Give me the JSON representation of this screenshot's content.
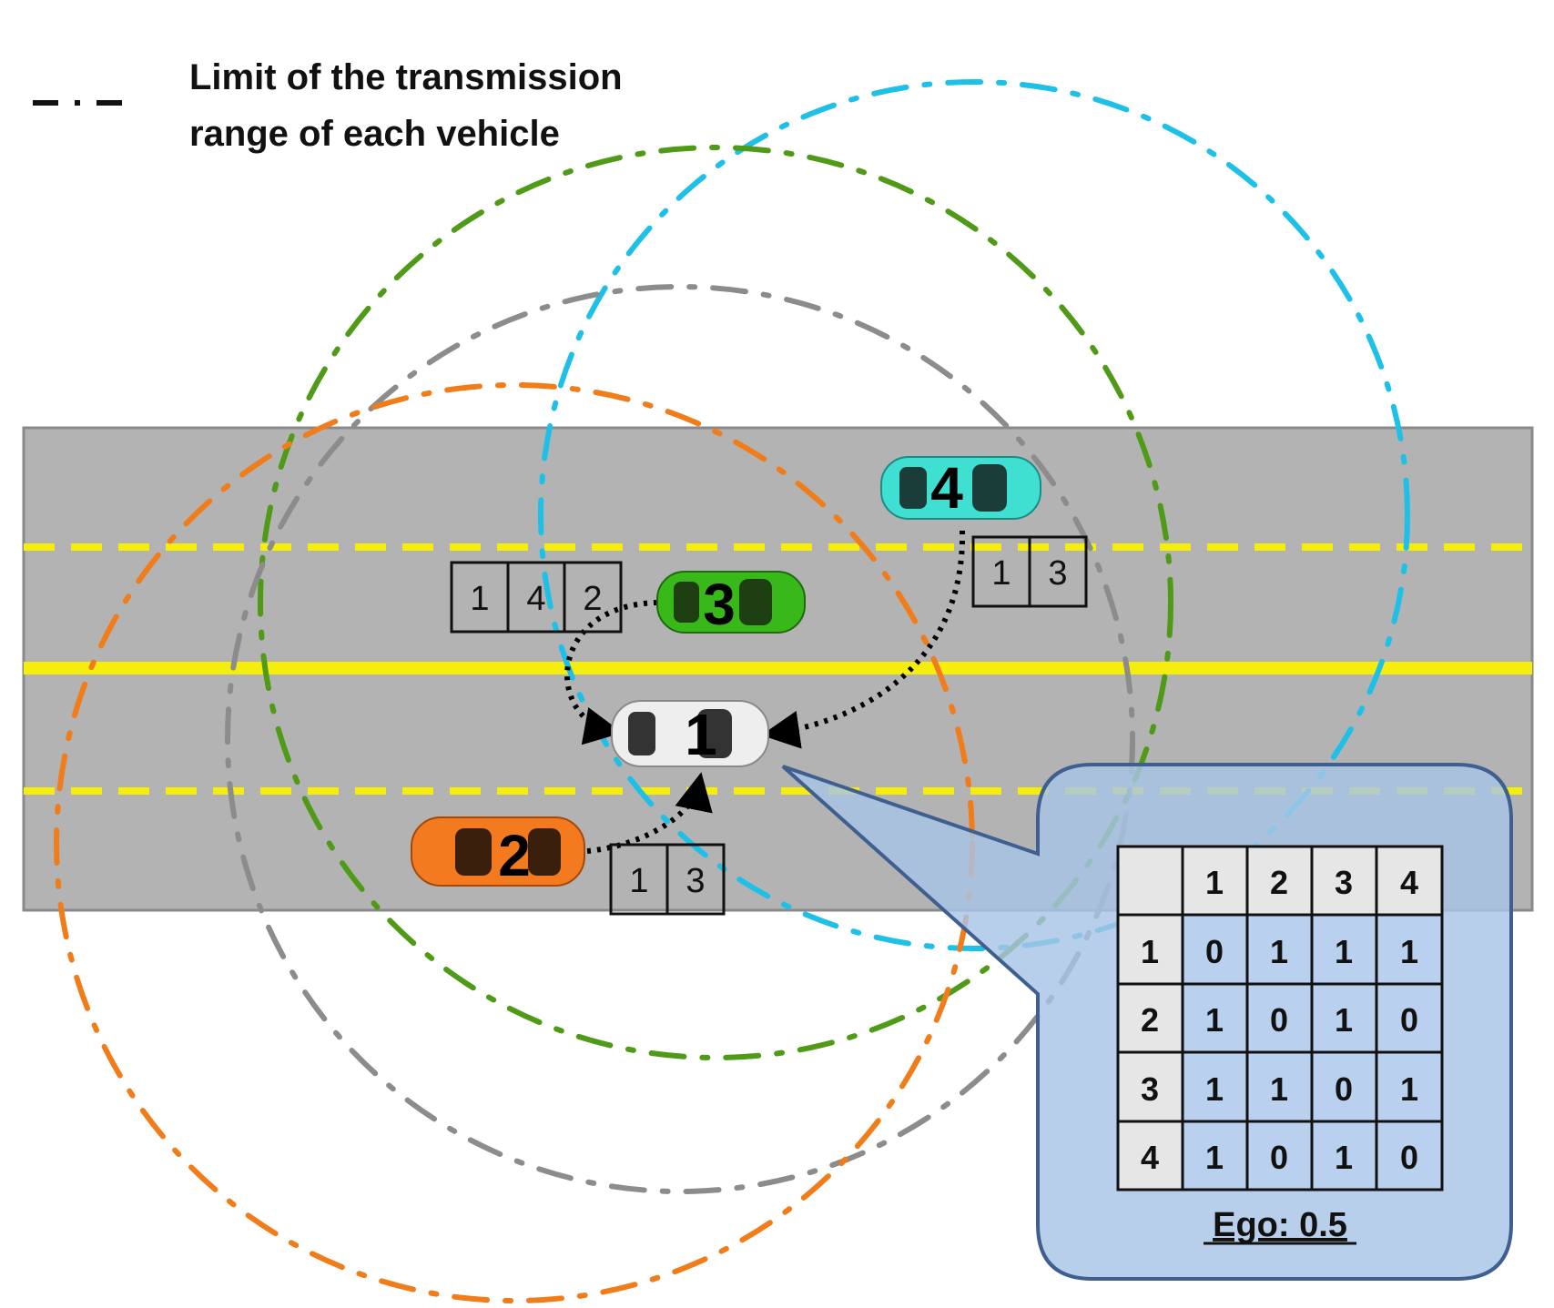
{
  "legend": {
    "line1": "Limit of the transmission",
    "line2": "range of each vehicle"
  },
  "colors": {
    "road": "#b3b3b3",
    "lane_line": "#f5ee0d",
    "range_vehicle_1": "#8c8c8c",
    "range_vehicle_2": "#f07c1a",
    "range_vehicle_3": "#4f9a17",
    "range_vehicle_4": "#1fc0e8",
    "callout_fill": "#a8c4e6",
    "callout_stroke": "#3f5f8f",
    "table_header": "#e6e6e6"
  },
  "vehicles": [
    {
      "label": "1",
      "color": "#eeeeee"
    },
    {
      "label": "2",
      "color": "#f37a1f"
    },
    {
      "label": "3",
      "color": "#39b81a"
    },
    {
      "label": "4",
      "color": "#3fe0d2"
    }
  ],
  "neighbor_lists": {
    "vehicle_2": [
      "1",
      "3"
    ],
    "vehicle_3": [
      "1",
      "4",
      "2"
    ],
    "vehicle_4": [
      "1",
      "3"
    ]
  },
  "adjacency_table": {
    "headers": [
      "",
      "1",
      "2",
      "3",
      "4"
    ],
    "rows": [
      [
        "1",
        "0",
        "1",
        "1",
        "1"
      ],
      [
        "2",
        "1",
        "0",
        "1",
        "0"
      ],
      [
        "3",
        "1",
        "1",
        "0",
        "1"
      ],
      [
        "4",
        "1",
        "0",
        "1",
        "0"
      ]
    ]
  },
  "ego_label": "Ego: 0.5"
}
